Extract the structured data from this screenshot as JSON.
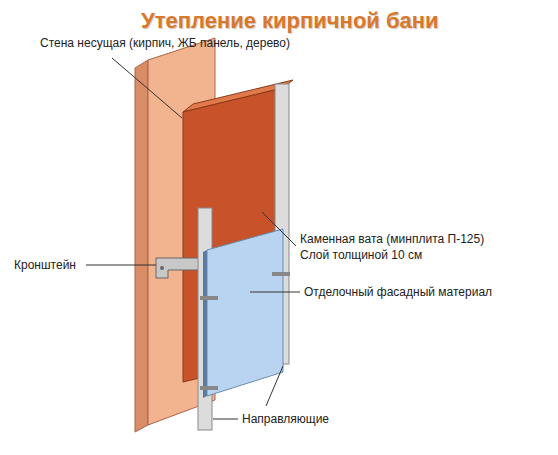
{
  "diagram": {
    "title": "Утепление кирпичной бани",
    "labels": [
      "Стена несущая (кирпич, ЖБ панель, дерево)",
      "Кронштейн",
      "Каменная вата (минплита П-125)",
      "Слой толщиной 10 см",
      "Отделочный фасадный материал",
      "Направляющие"
    ]
  }
}
